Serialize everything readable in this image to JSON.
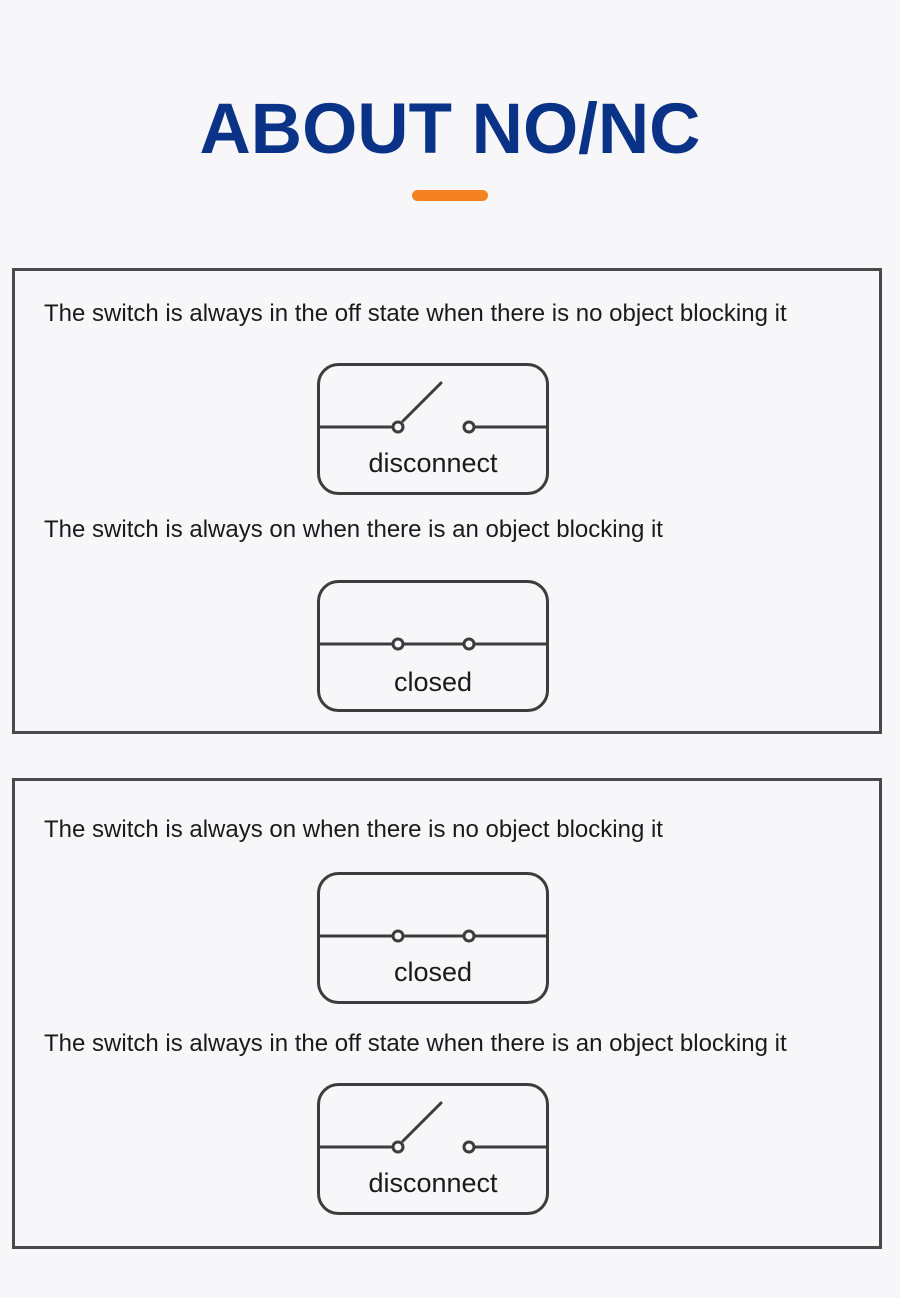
{
  "header": {
    "title": "ABOUT NO/NC",
    "title_color": "#0a3286",
    "accent_color": "#f58220"
  },
  "panels": [
    {
      "rows": [
        {
          "description": "The switch is always in the off state when there is no object blocking it",
          "state": "open",
          "label": "disconnect"
        },
        {
          "description": "The switch is always on when there is an object blocking it",
          "state": "closed",
          "label": "closed"
        }
      ]
    },
    {
      "rows": [
        {
          "description": "The switch is always on when there is no object blocking it",
          "state": "closed",
          "label": "closed"
        },
        {
          "description": "The switch is always in the off state when there is an object blocking it",
          "state": "open",
          "label": "disconnect"
        }
      ]
    }
  ],
  "colors": {
    "border": "#4a4a4a",
    "line": "#3c3c3c",
    "background": "#f7f7f9"
  }
}
